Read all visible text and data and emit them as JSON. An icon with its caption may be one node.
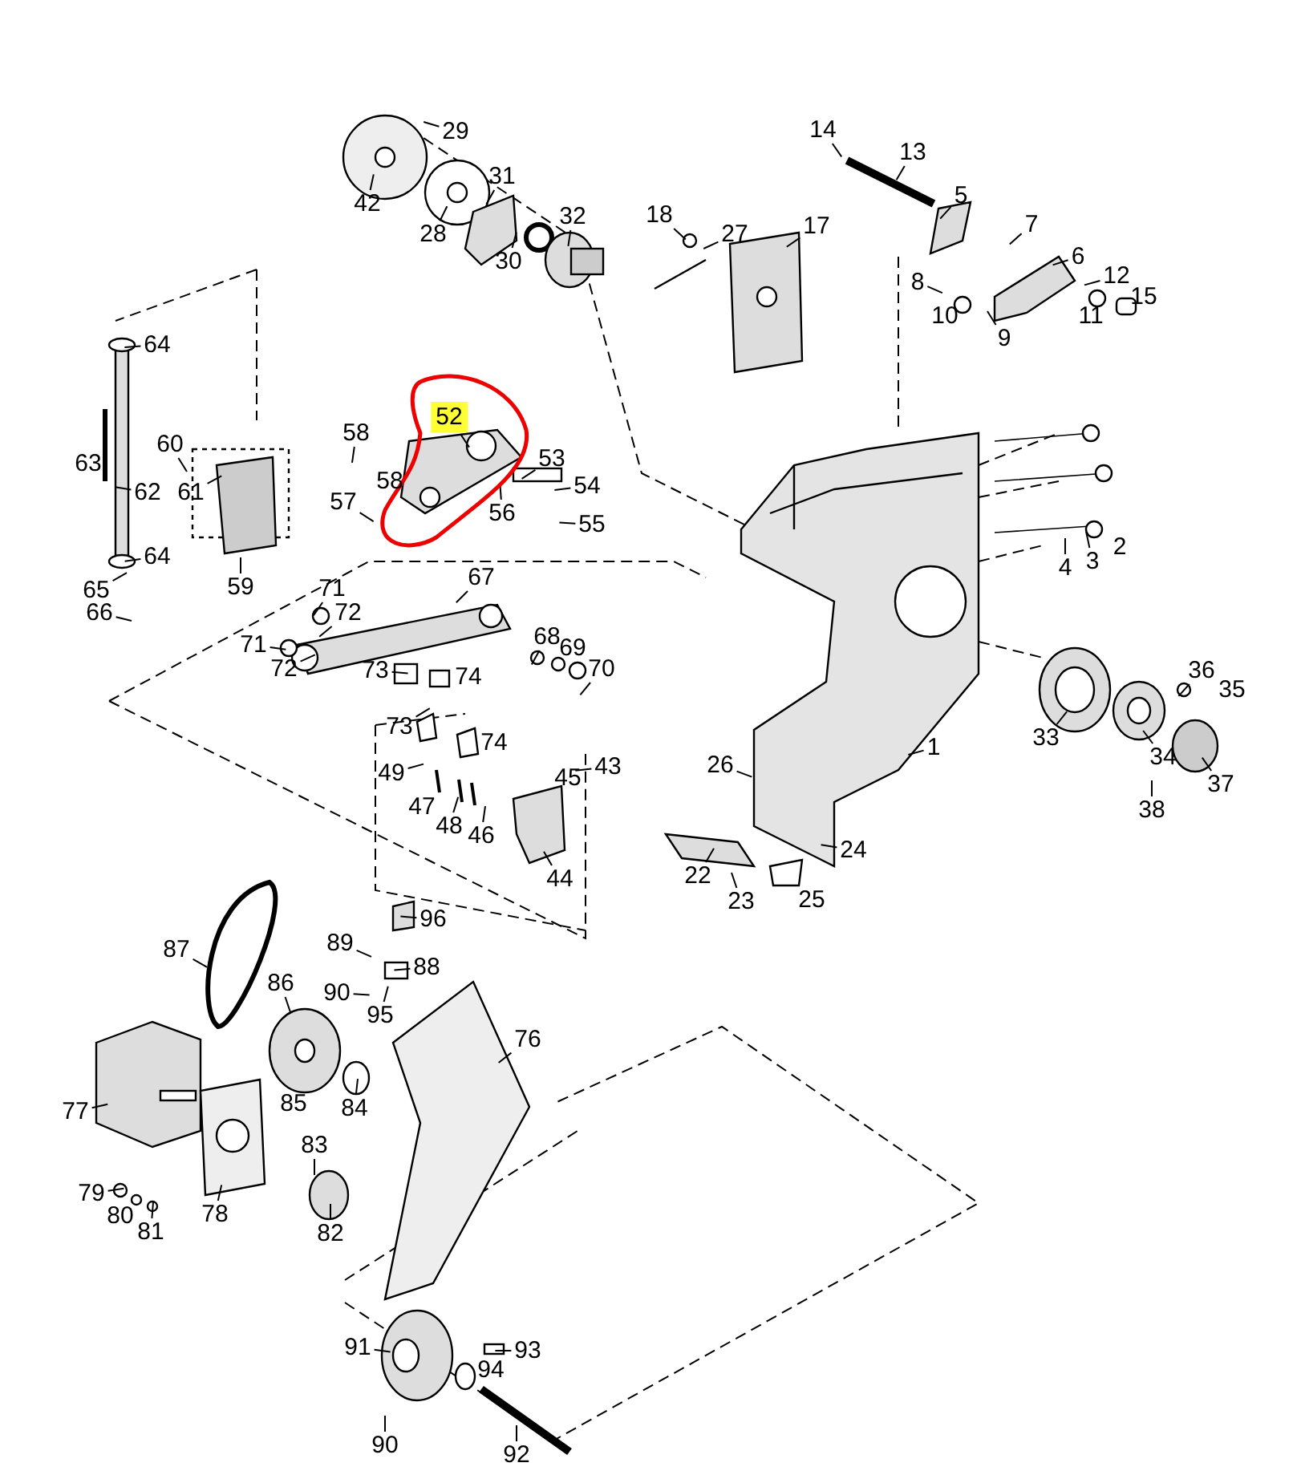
{
  "diagram": {
    "labels": [
      "29",
      "42",
      "31",
      "28",
      "30",
      "32",
      "18",
      "27",
      "17",
      "14",
      "13",
      "5",
      "7",
      "6",
      "12",
      "8",
      "15",
      "11",
      "10",
      "9",
      "64",
      "63",
      "60",
      "62",
      "61",
      "58",
      "52",
      "53",
      "58",
      "54",
      "57",
      "56",
      "55",
      "4",
      "3",
      "2",
      "64",
      "59",
      "65",
      "71",
      "67",
      "66",
      "72",
      "71",
      "73",
      "68",
      "69",
      "72",
      "70",
      "36",
      "74",
      "35",
      "33",
      "1",
      "34",
      "26",
      "43",
      "49",
      "73",
      "74",
      "45",
      "37",
      "47",
      "38",
      "48",
      "46",
      "24",
      "22",
      "44",
      "23",
      "25",
      "96",
      "89",
      "87",
      "88",
      "86",
      "90",
      "95",
      "76",
      "85",
      "84",
      "77",
      "83",
      "79",
      "78",
      "80",
      "81",
      "82",
      "91",
      "93",
      "94",
      "90",
      "92"
    ]
  }
}
